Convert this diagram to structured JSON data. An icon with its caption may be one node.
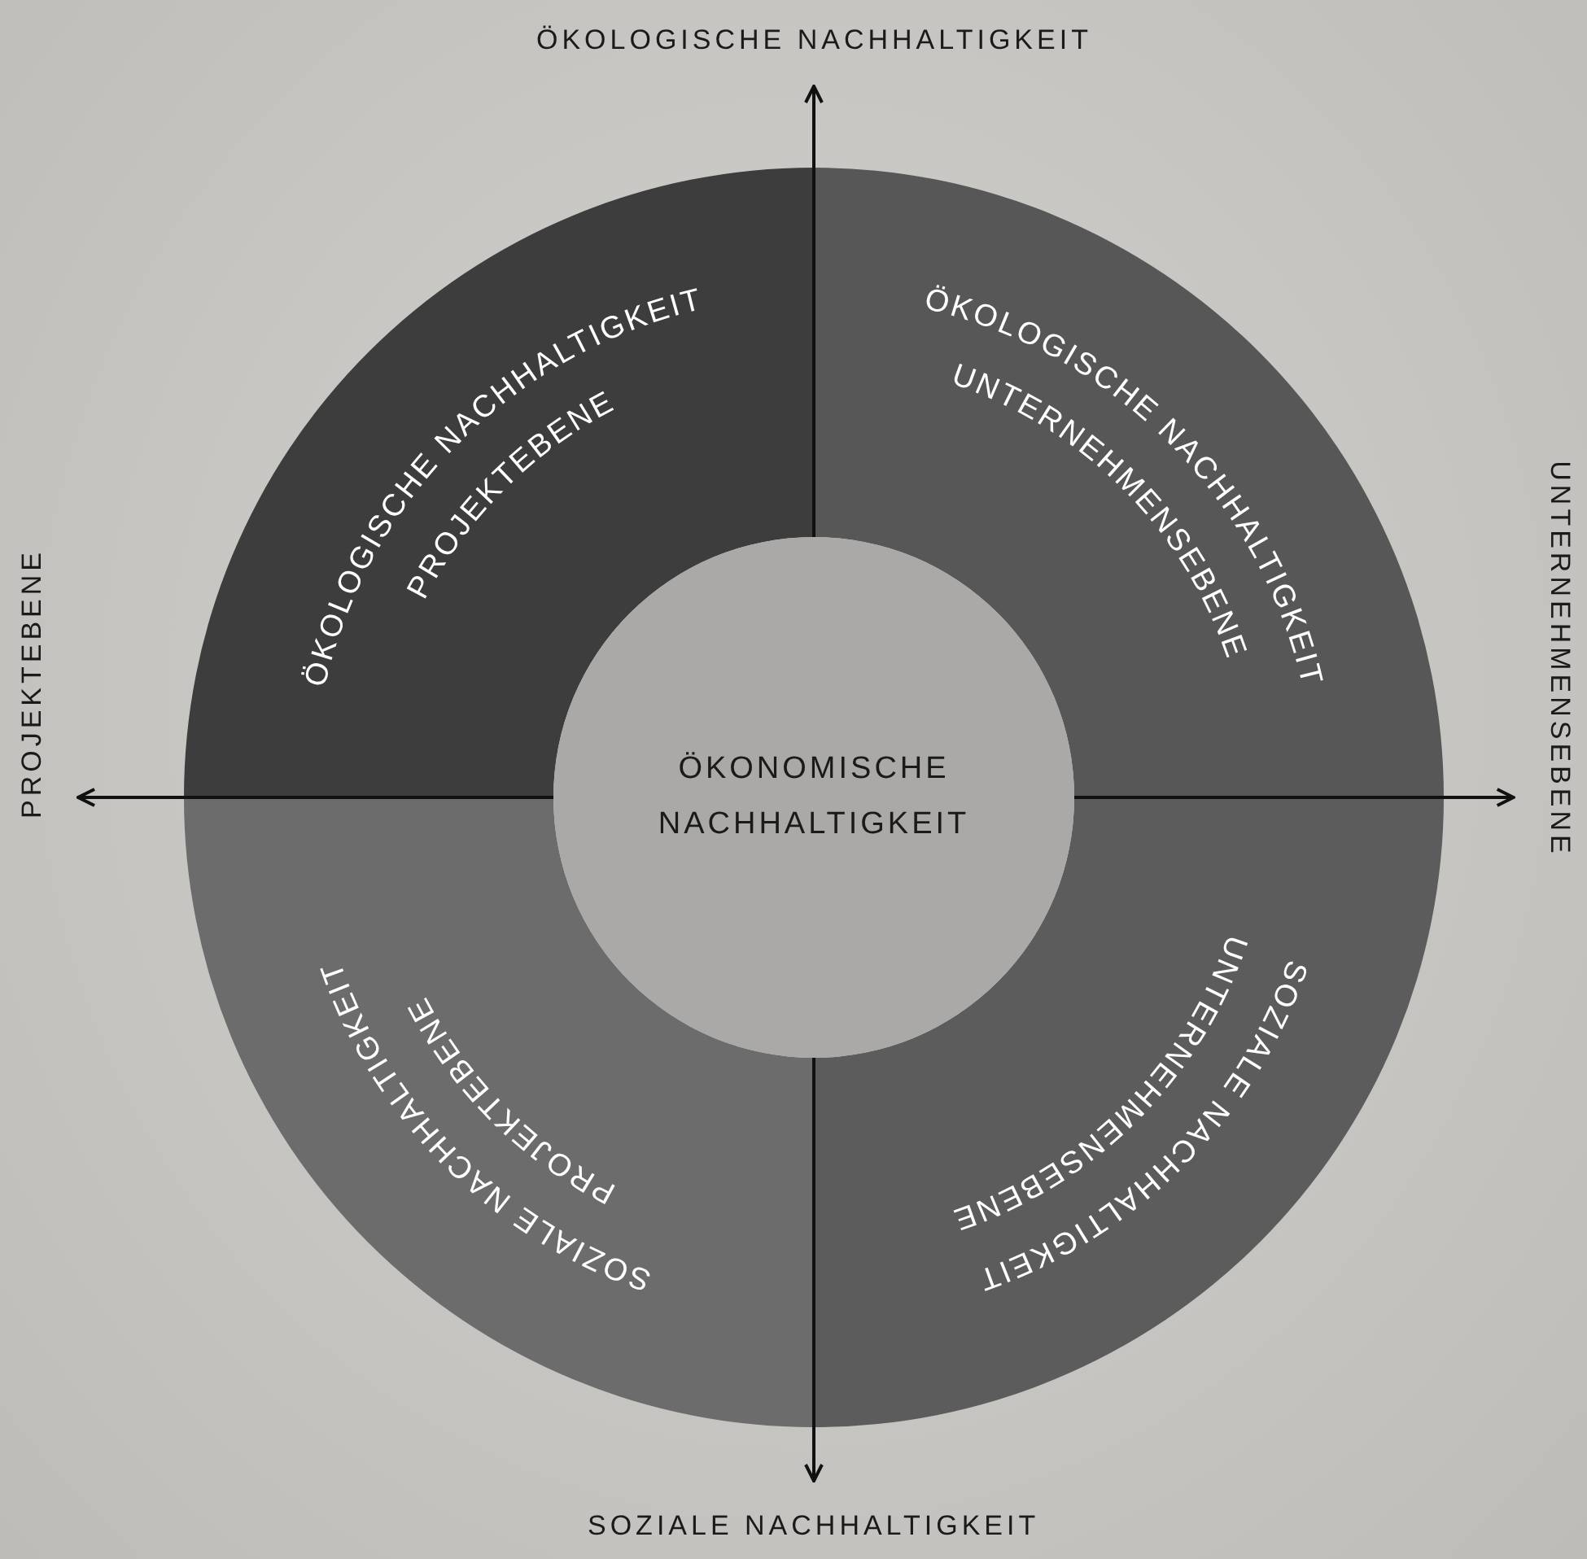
{
  "diagram": {
    "nodes": [
      {
        "text": [
          "ÖKONOMISCHE NACHHALTIGKEIT"
        ]
      },
      {
        "text": [
          "ÖKOLOGISCHE NACHHALTIGKEIT",
          "PROJEKTEBENE"
        ]
      },
      {
        "text": [
          "ÖKOLOGISCHE NACHHALTIGKEIT",
          "UNTERNEHMENSEBENE"
        ]
      },
      {
        "text": [
          "SOZIALE NACHHALTIGKEIT",
          "PROJEKTEBENE"
        ]
      },
      {
        "text": [
          "SOZIALE NACHHALTIGKEIT",
          "UNTERNEHMENSEBENE"
        ]
      },
      {
        "text": [
          "ÖKOLOGISCHE NACHHALTIGKEIT"
        ]
      },
      {
        "text": [
          "PROJEKTEBENE"
        ]
      },
      {
        "text": [
          "UNTERNEHMENSEBENE"
        ]
      },
      {
        "text": [
          "SOZIALE NACHHALTIGKEIT"
        ]
      }
    ],
    "edges": [
      {
        "from": 0,
        "to": 5,
        "arrow": "to"
      },
      {
        "from": 0,
        "to": 6,
        "arrow": "to"
      },
      {
        "from": 0,
        "to": 7,
        "arrow": "to"
      },
      {
        "from": 0,
        "to": 8,
        "arrow": "to"
      }
    ]
  }
}
